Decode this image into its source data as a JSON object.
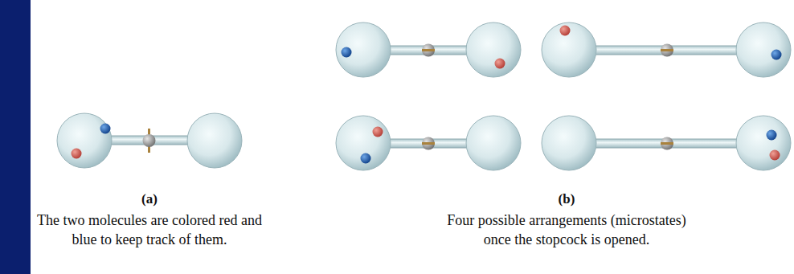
{
  "diagram": {
    "labels": [
      "(a)",
      "The two molecules are colored red and blue to keep track of them.",
      "(b)",
      "Four possible arrangements (microstates) once the stopcock is opened."
    ]
  }
}
